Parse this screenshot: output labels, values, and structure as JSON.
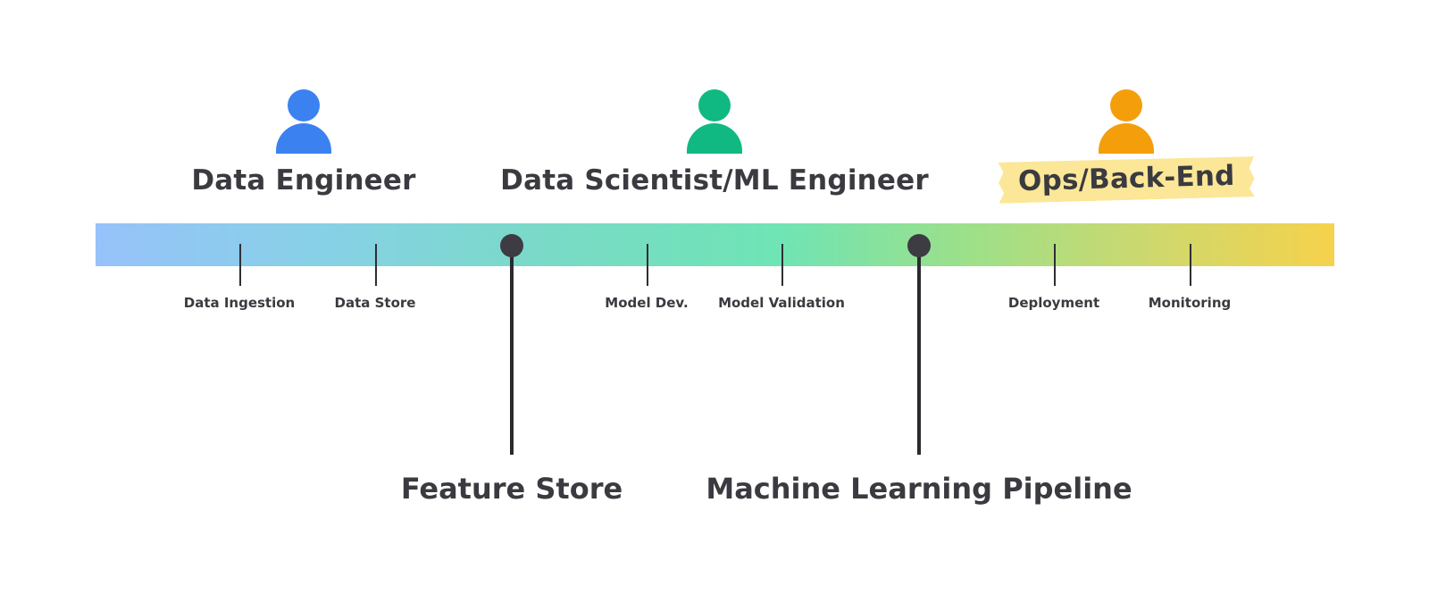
{
  "roles": [
    {
      "title": "Data Engineer",
      "color": "#3b82f0",
      "highlighted": false
    },
    {
      "title": "Data Scientist/ML Engineer",
      "color": "#10b981",
      "highlighted": false
    },
    {
      "title": "Ops/Back-End",
      "color": "#f59e0b",
      "highlighted": true
    }
  ],
  "stages": [
    "Data Ingestion",
    "Data Store",
    "Model Dev.",
    "Model Validation",
    "Deployment",
    "Monitoring"
  ],
  "milestones": [
    "Feature Store",
    "Machine Learning Pipeline"
  ],
  "colors": {
    "gradient_start": "#97c2fa",
    "gradient_mid": "#6fe4b5",
    "gradient_end": "#f6d24c",
    "highlight_tape": "#fbe797",
    "text": "#3a3a40"
  }
}
